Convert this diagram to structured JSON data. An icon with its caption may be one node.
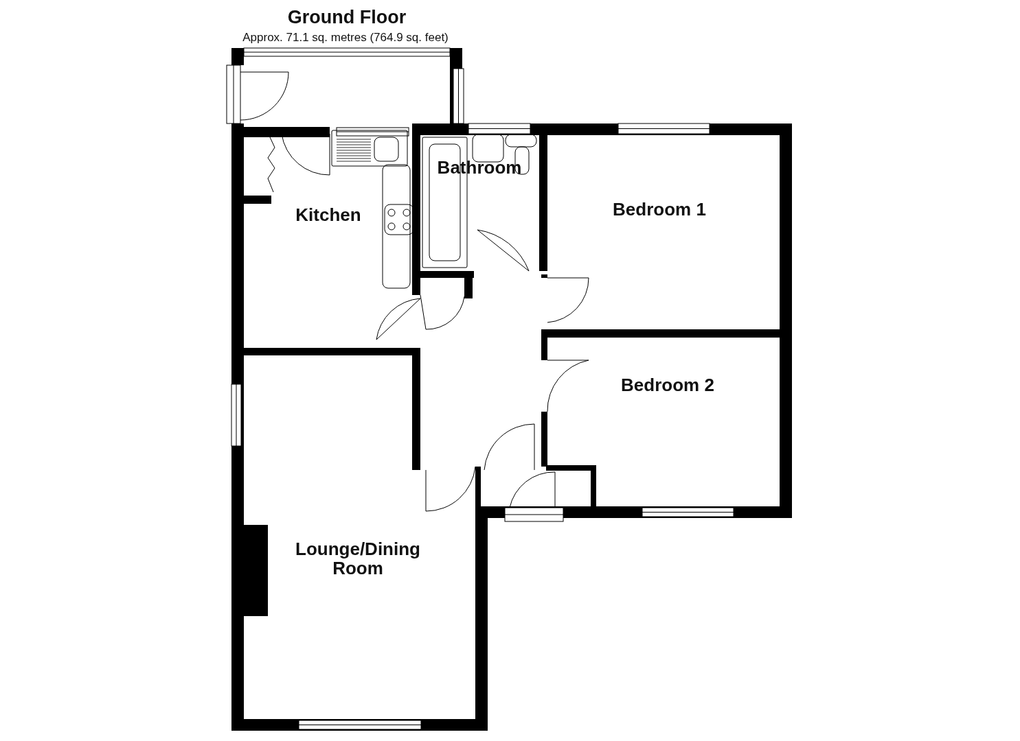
{
  "diagram": {
    "title": "Ground Floor",
    "nodes": [
      {
        "text": [
          "Kitchen"
        ]
      },
      {
        "text": [
          "Bathroom"
        ]
      },
      {
        "text": [
          "Bedroom 1"
        ]
      },
      {
        "text": [
          "Bedroom 2"
        ]
      },
      {
        "text": [
          "Lounge/Dining Room"
        ]
      }
    ],
    "labels": [
      "Approx. 71.1 sq. metres (764.9 sq. feet)"
    ]
  }
}
